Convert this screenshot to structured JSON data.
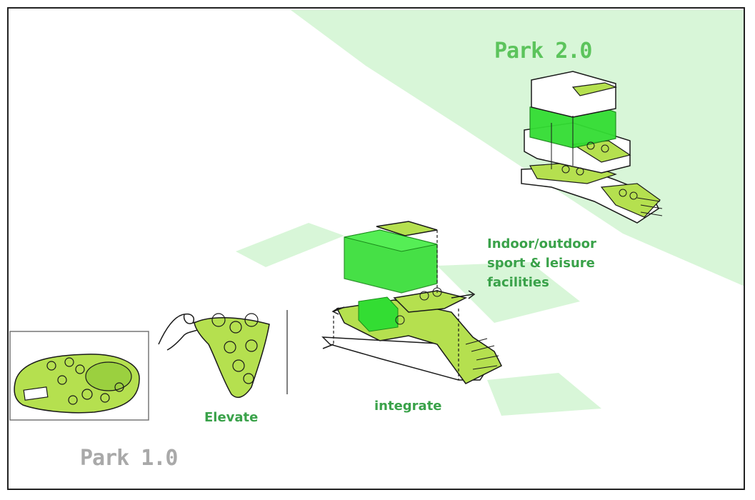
{
  "labels": {
    "park2": "Park 2.0",
    "park1": "Park 1.0",
    "elevate": "Elevate",
    "integrate": "integrate",
    "facilities_line1": "Indoor/outdoor",
    "facilities_line2": "sport & leisure",
    "facilities_line3": "facilities"
  },
  "colors": {
    "light_green_field": "#d6f5d6",
    "bright_green": "#33dd33",
    "lawn_green": "#b5e04f",
    "label_green": "#3aa24a",
    "park2_label": "#5cc45c",
    "park1_label": "#a9a9a9",
    "outline": "#1a1a1a"
  },
  "icons": {
    "hand": "hand-icon",
    "tree": "tree-icon"
  }
}
